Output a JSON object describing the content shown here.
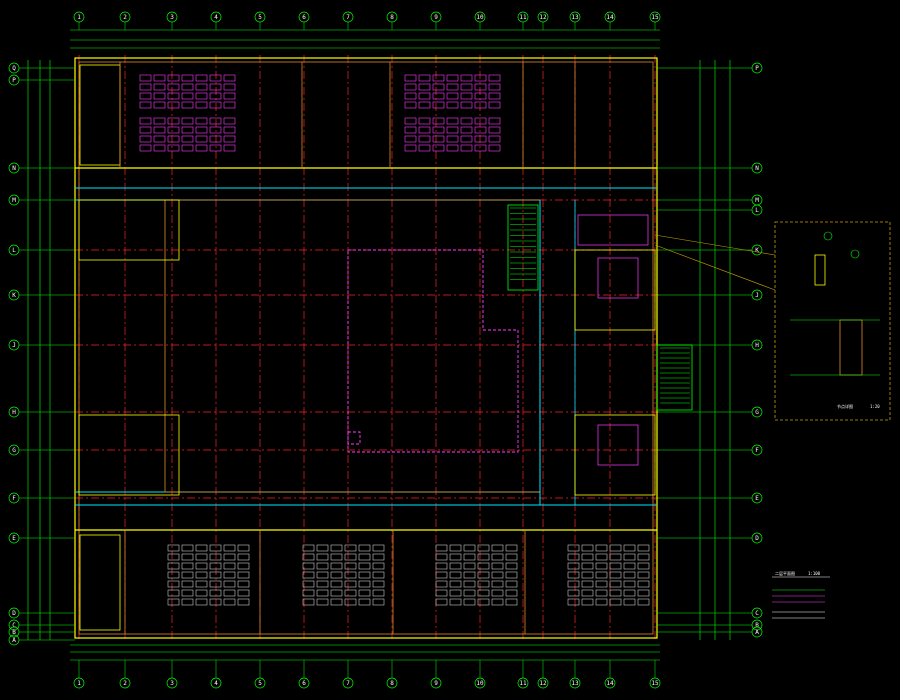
{
  "colors": {
    "background": "#000000",
    "dimension": "#00ff00",
    "axis_line": "#ff2020",
    "wall_outer": "#ffff00",
    "wall_inner": "#e08a2a",
    "wall_cyan": "#00e5ff",
    "furniture": "#ff3cff",
    "furniture_gray": "#c8c8c8",
    "text": "#ffffff",
    "detail_border": "#c8a000"
  },
  "grid": {
    "vertical_top": [
      "1",
      "2",
      "3",
      "4",
      "5",
      "6",
      "7",
      "8",
      "9",
      "10",
      "11",
      "12",
      "13",
      "14",
      "15"
    ],
    "vertical_bottom": [
      "1",
      "2",
      "3",
      "4",
      "5",
      "6",
      "7",
      "8",
      "9",
      "10",
      "11",
      "12",
      "13",
      "14",
      "15"
    ],
    "horizontal_left": [
      "Q",
      "P",
      "N",
      "M",
      "L",
      "K",
      "J",
      "H",
      "G",
      "F",
      "E",
      "D",
      "C",
      "B",
      "A"
    ],
    "horizontal_right": [
      "P",
      "N",
      "M",
      "L",
      "K",
      "J",
      "H",
      "G",
      "F",
      "E",
      "D",
      "C",
      "B",
      "A"
    ]
  },
  "detail": {
    "title": "节点详图",
    "scale": "1:20"
  },
  "notes": {
    "title": "二层平面图",
    "scale": "1:100"
  }
}
